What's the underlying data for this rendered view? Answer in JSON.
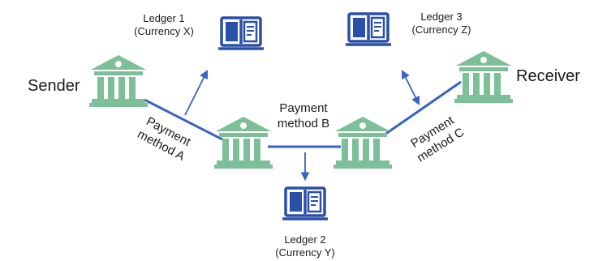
{
  "nodes": {
    "sender": {
      "label": "Sender"
    },
    "receiver": {
      "label": "Receiver"
    },
    "bank_1": {
      "label": ""
    },
    "bank_2": {
      "label": ""
    }
  },
  "ledgers": [
    {
      "title": "Ledger 1",
      "currency": "(Currency X)"
    },
    {
      "title": "Ledger 2",
      "currency": "(Currency Y)"
    },
    {
      "title": "Ledger 3",
      "currency": "(Currency Z)"
    }
  ],
  "payment_methods": {
    "a": {
      "line1": "Payment",
      "line2": "method A"
    },
    "b": {
      "line1": "Payment",
      "line2": "method B"
    },
    "c": {
      "line1": "Payment",
      "line2": "method C"
    }
  },
  "colors": {
    "bank": "#7dbf98",
    "ledger": "#2a4fa8",
    "connector": "#3a62c4",
    "text": "#1a1a1a"
  },
  "icons": {
    "bank": "bank-building-icon",
    "ledger": "open-book-ledger-icon"
  }
}
